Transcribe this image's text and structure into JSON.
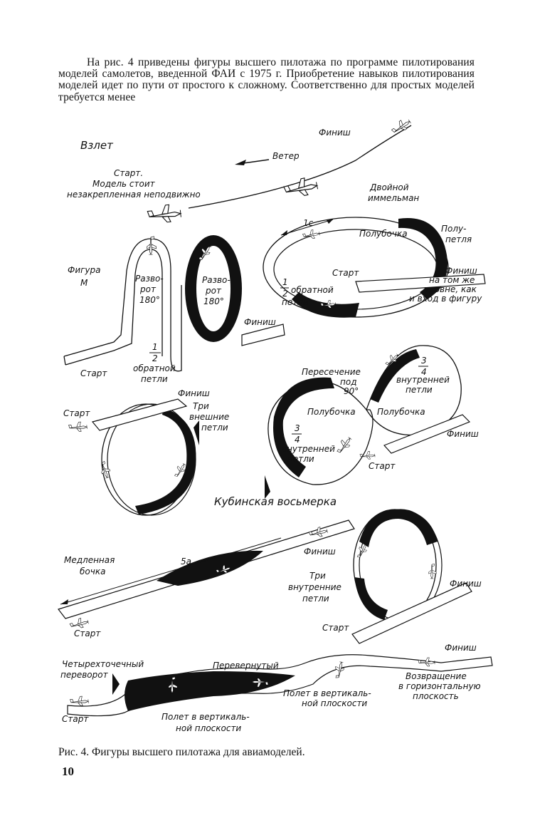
{
  "text": {
    "paragraph": "На рис. 4 приведены фигуры высшего пилотажа по программе пилотирования моделей самолетов, введенной ФАИ с 1975 г. Приобретение навыков пилотирования моделей идет по пути от простого к сложному. Соответственно для простых моделей требуется менее"
  },
  "figure": {
    "takeoff": {
      "title": "Взлет",
      "finish": "Финиш",
      "wind": "Ветер",
      "start_1": "Старт.",
      "start_2": "Модель стоит",
      "start_3": "незакрепленная неподвижно"
    },
    "m_figure": {
      "title_1": "Фигура",
      "title_2": "М",
      "turn_a_1": "Разво-",
      "turn_a_2": "рот",
      "turn_a_3": "180°",
      "turn_b_1": "Разво-",
      "turn_b_2": "рот",
      "turn_b_3": "180°",
      "finish": "Финиш",
      "start": "Старт",
      "half_1": "1",
      "half_2": "2",
      "half_3": "обратной",
      "half_4": "петли"
    },
    "double_immelmann": {
      "title_1": "Двойной",
      "title_2": "иммельман",
      "dist": "1с",
      "half_roll": "Полубочка",
      "half_loop_1": "Полу-",
      "half_loop_2": "петля",
      "start": "Старт",
      "finish_1": "Финиш",
      "finish_2": "на том же",
      "finish_3": "уровне, как",
      "finish_4": "и вход в фигуру",
      "back_1": "1",
      "back_2": "2",
      "back_3": "обратной",
      "back_4": "петли"
    },
    "three_outside_loops": {
      "finish": "Финиш",
      "title_1": "Три",
      "title_2": "внешние",
      "title_3": "петли",
      "start": "Старт"
    },
    "cuban_eight": {
      "cross_1": "Пересечение",
      "cross_2": "под",
      "cross_3": "90°",
      "q_right_1": "3",
      "q_right_2": "4",
      "q_right_3": "внутренней",
      "q_right_4": "петли",
      "half_roll_left": "Полубочка",
      "half_roll_right": "Полубочка",
      "q_left_1": "3",
      "q_left_2": "4",
      "q_left_3": "внутренней",
      "q_left_4": "петли",
      "finish": "Финиш",
      "start": "Старт",
      "title": "Кубинская восьмерка"
    },
    "slow_roll": {
      "title_1": "Медленная",
      "title_2": "бочка",
      "dist": "5а",
      "finish": "Финиш",
      "start": "Старт"
    },
    "three_inside_loops": {
      "title_1": "Три",
      "title_2": "внутренние",
      "title_3": "петли",
      "finish": "Финиш",
      "start": "Старт"
    },
    "four_point_roll": {
      "title_1": "Четырехточечный",
      "title_2": "переворот",
      "inverted": "Перевернутый",
      "finish": "Финиш",
      "vert_1": "Полет в вертикаль-",
      "vert_2": "ной плоскости",
      "return_1": "Возвращение",
      "return_2": "в горизонтальную",
      "return_3": "плоскость",
      "start": "Старт",
      "vert_b_1": "Полет в вертикаль-",
      "vert_b_2": "ной плоскости"
    }
  },
  "caption": "Рис. 4. Фигуры высшего пилотажа для авиамоделей.",
  "page_number": "10"
}
